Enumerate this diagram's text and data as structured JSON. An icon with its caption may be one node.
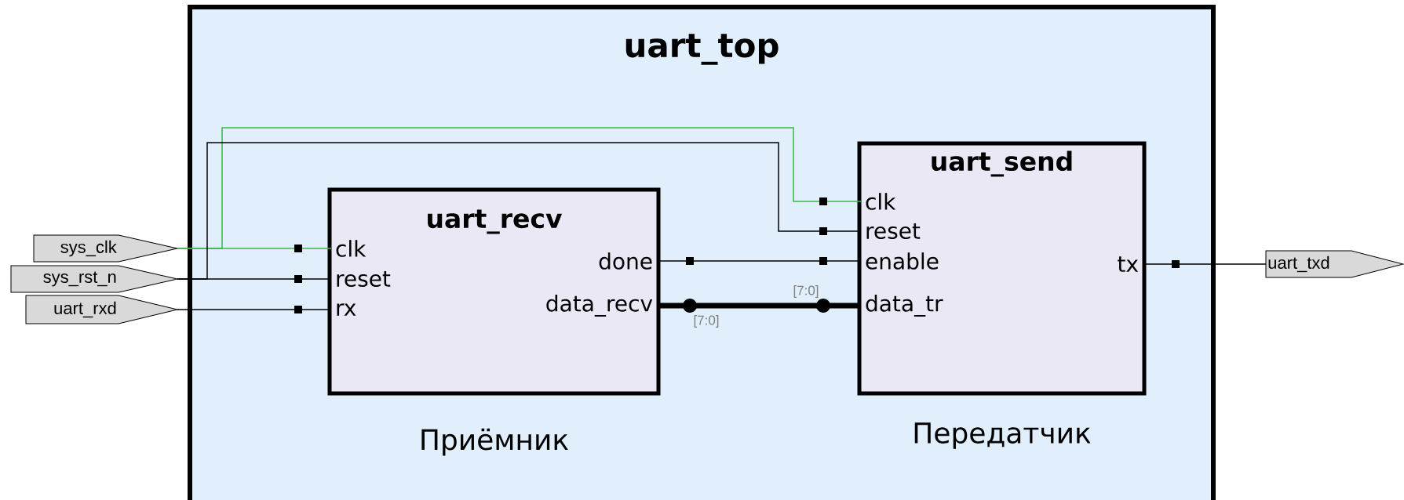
{
  "diagram": {
    "nodes": [
      {
        "text": [
          "uart_top"
        ]
      },
      {
        "text": [
          "uart_recv"
        ],
        "beside": [
          "Приёмник"
        ],
        "in": 0
      },
      {
        "text": [
          "clk"
        ],
        "in": 1
      },
      {
        "text": [
          "reset"
        ],
        "in": 1
      },
      {
        "text": [
          "rx"
        ],
        "in": 1
      },
      {
        "text": [
          "done"
        ],
        "in": 1
      },
      {
        "text": [
          "data_recv"
        ],
        "in": 1
      },
      {
        "text": [
          "uart_send"
        ],
        "beside": [
          "Передатчик"
        ],
        "in": 0
      },
      {
        "text": [
          "clk"
        ],
        "in": 7
      },
      {
        "text": [
          "reset"
        ],
        "in": 7
      },
      {
        "text": [
          "enable"
        ],
        "in": 7
      },
      {
        "text": [
          "data_tr"
        ],
        "in": 7
      },
      {
        "text": [
          "tx"
        ],
        "in": 7
      },
      {
        "text": [
          "sys_clk"
        ]
      },
      {
        "text": [
          "sys_rst_n"
        ]
      },
      {
        "text": [
          "uart_rxd"
        ]
      },
      {
        "text": [
          "uart_txd"
        ]
      }
    ],
    "edges": [
      {
        "from": 13,
        "to": 2,
        "arrow": "none",
        "color": "#3cb44b"
      },
      {
        "from": 13,
        "to": 8,
        "arrow": "none",
        "color": "#3cb44b"
      },
      {
        "from": 14,
        "to": 3,
        "arrow": "none"
      },
      {
        "from": 14,
        "to": 9,
        "arrow": "none"
      },
      {
        "from": 15,
        "to": 4,
        "arrow": "none"
      },
      {
        "from": 5,
        "to": 10,
        "arrow": "none"
      },
      {
        "from": 6,
        "to": 11,
        "arrow": "none",
        "style": "thick"
      },
      {
        "from": 12,
        "to": 16,
        "arrow": "none"
      }
    ],
    "labels": [
      "[7:0]",
      "[7:0]"
    ]
  }
}
